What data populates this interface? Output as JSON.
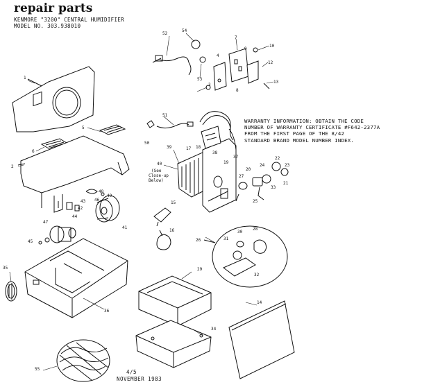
{
  "header": {
    "title": "repair parts",
    "line1": "KENMORE \"3200\" CENTRAL HUMIDIFIER",
    "line2": "MODEL NO. 303.938010"
  },
  "warranty": {
    "line1": "WARRANTY INFORMATION: OBTAIN THE CODE",
    "line2": "NUMBER OF WARRANTY CERTIFICATE #F642-2377A",
    "line3": "FROM THE FIRST PAGE OF THE 8/42",
    "line4": "STANDARD BRAND MODEL NUMBER INDEX."
  },
  "see_closeup": [
    "(See",
    "Close-up",
    "Below)"
  ],
  "callouts": [
    "1",
    "2",
    "3",
    "4",
    "5",
    "6",
    "7",
    "8",
    "9",
    "10",
    "12",
    "13",
    "14",
    "15",
    "16",
    "17",
    "18",
    "19",
    "20",
    "21",
    "22",
    "23",
    "24",
    "25",
    "26",
    "27",
    "28",
    "29",
    "30",
    "31",
    "32",
    "33",
    "34",
    "35",
    "36",
    "37",
    "38",
    "39",
    "40",
    "41",
    "42",
    "43",
    "44",
    "45",
    "46",
    "47",
    "48",
    "49",
    "50",
    "51",
    "52",
    "53",
    "54",
    "55"
  ],
  "footer": {
    "line1": "4/5",
    "line2": "NOVEMBER 1983"
  }
}
